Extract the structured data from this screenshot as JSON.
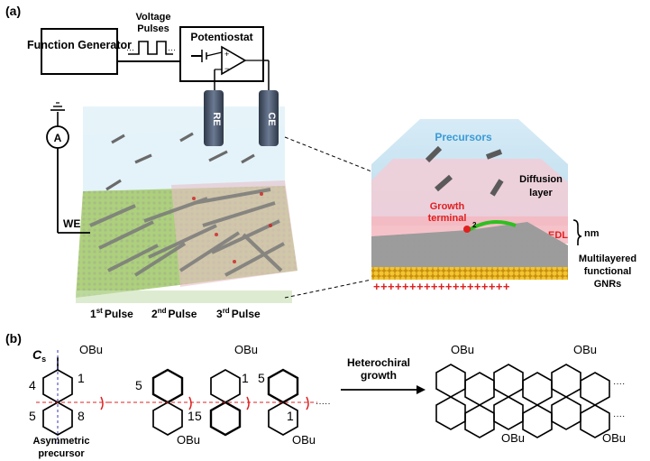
{
  "panel_a": {
    "label": "(a)",
    "function_generator": "Function Generator",
    "voltage_pulses": [
      "Voltage",
      "Pulses"
    ],
    "potentiostat": "Potentiostat",
    "electrode_re": "RE",
    "electrode_ce": "CE",
    "electrode_we": "WE",
    "ammeter": "A",
    "pulses": [
      {
        "num": "1",
        "sup": "st",
        "word": "Pulse"
      },
      {
        "num": "2",
        "sup": "nd",
        "word": "Pulse"
      },
      {
        "num": "3",
        "sup": "rd",
        "word": "Pulse"
      }
    ],
    "zoom": {
      "precursors": "Precursors",
      "diffusion_layer": [
        "Diffusion",
        "layer"
      ],
      "growth_terminal": [
        "Growth",
        "terminal"
      ],
      "edl": "EDL",
      "nm": "nm",
      "multilayer": [
        "Multilayered",
        "functional",
        "GNRs"
      ],
      "charges": "+++++++++++++++++++",
      "pos_superscript": "2"
    }
  },
  "panel_b": {
    "label": "(b)",
    "cs_main": "C",
    "cs_sub": "s",
    "obu": "OBu",
    "num_1": "1",
    "num_4": "4",
    "num_5": "5",
    "num_8": "8",
    "asym": [
      "Asymmetric",
      "precursor"
    ],
    "arrow_label": [
      "Heterochiral",
      "growth"
    ]
  },
  "colors": {
    "zoom_box_top": "#c6e2f0",
    "diffusion": "#f3cfd8",
    "edl": "#f6b8c0",
    "electrode": "#3e4a5c",
    "precursor_label": "#3a9bd6",
    "growth_label": "#e02020",
    "charges": "#e02020",
    "green_surface": "#8bbf4a",
    "gold": "#e6b320"
  }
}
